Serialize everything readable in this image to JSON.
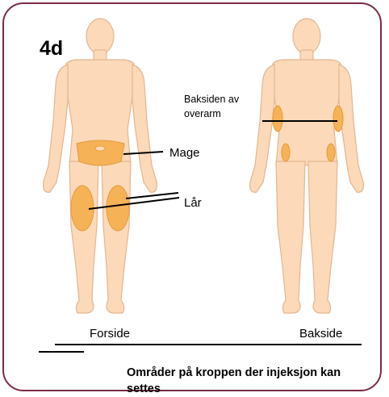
{
  "figure": {
    "step_label": "4d",
    "labels": {
      "upper_arm_back": "Baksiden av overarm",
      "belly": "Mage",
      "thigh": "Lår",
      "front": "Forside",
      "back": "Bakside"
    },
    "caption": "Områder på kroppen der injeksjon kan settes"
  },
  "colors": {
    "skin": "#fbd9b9",
    "skin_outline": "#e4b691",
    "injection_area": "#f6b256",
    "frame": "#7b2a45"
  }
}
